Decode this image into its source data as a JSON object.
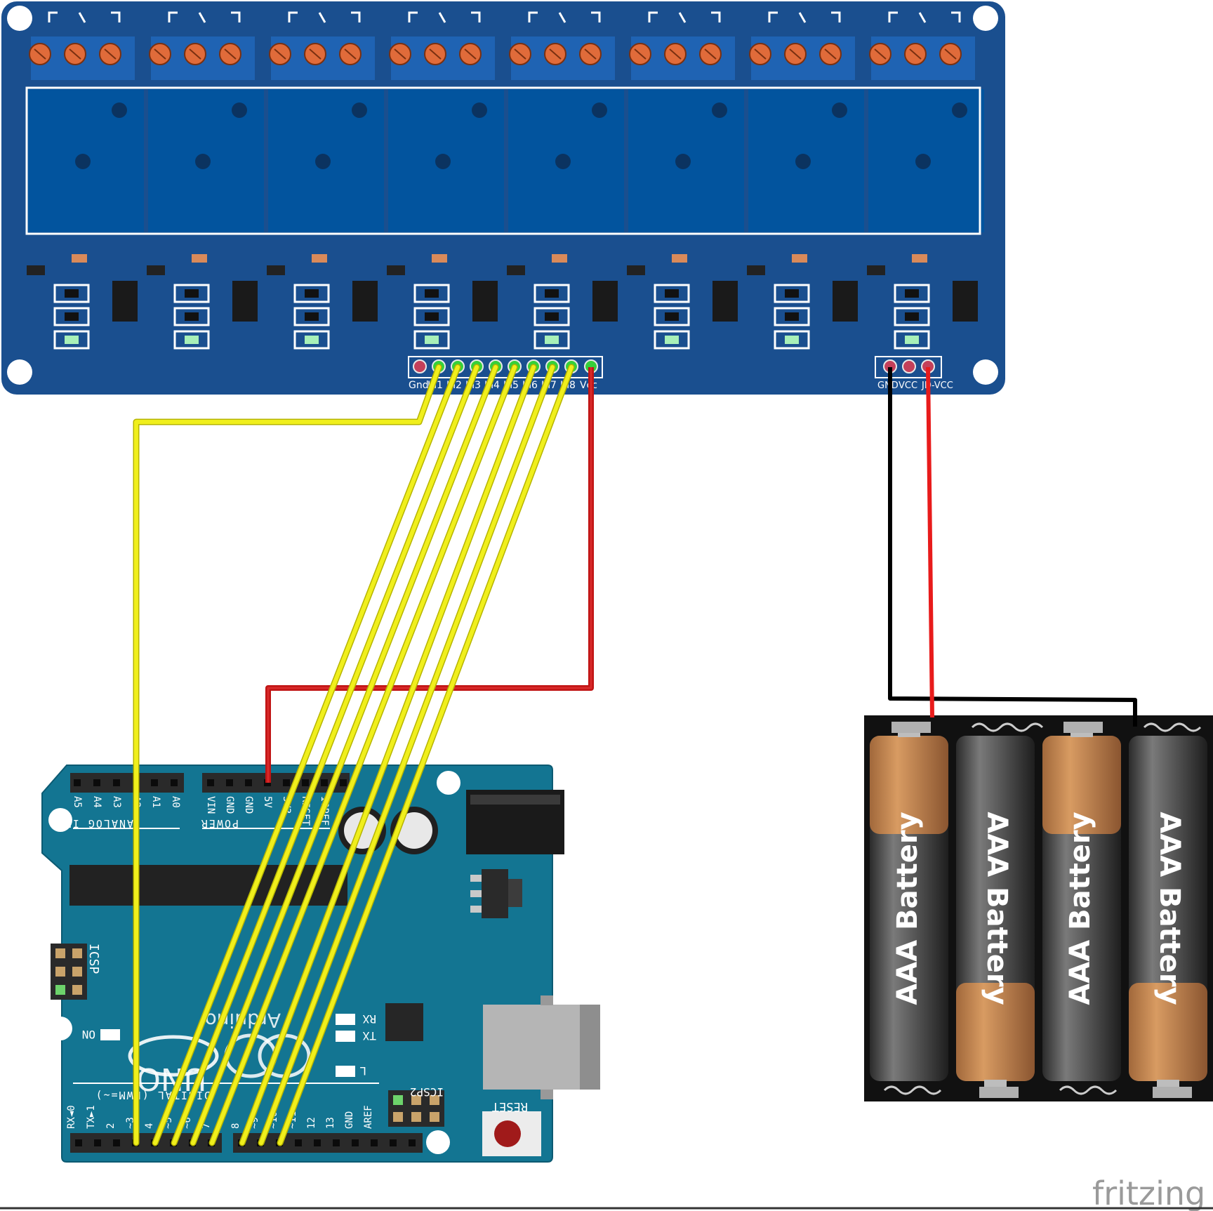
{
  "relay_board": {
    "header_pins": [
      "Gnd",
      "In1",
      "In2",
      "In3",
      "In4",
      "In5",
      "In6",
      "In7",
      "In8",
      "Vcc"
    ],
    "power_pins": [
      "GND",
      "VCC",
      "JD-VCC"
    ]
  },
  "arduino": {
    "analog_pins": [
      "A5",
      "A4",
      "A3",
      "A2",
      "A1",
      "A0"
    ],
    "analog_label": "ANALOG IN",
    "power_pins": [
      "VIN",
      "GND",
      "GND",
      "5V",
      "3V3",
      "RESET",
      "IOREF"
    ],
    "power_label": "POWER",
    "icsp_label": "ICSP",
    "icsp2_label": "ICSP2",
    "on_label": "ON",
    "rx_label": "RX",
    "tx_label": "TX",
    "l_label": "L",
    "brand": "Arduino",
    "model": "UNO",
    "reset_label": "RESET",
    "digital_label": "DIGITAL (PWM=~)",
    "digital_pins": [
      "RX◄0",
      "TX►1",
      "2",
      "~3",
      "4",
      "~5",
      "~6",
      "7",
      "8",
      "~9",
      "~10",
      "~11",
      "12",
      "13",
      "GND",
      "AREF"
    ]
  },
  "battery_pack": {
    "cells": [
      "AAA Battery",
      "AAA Battery",
      "AAA Battery",
      "AAA Battery"
    ]
  },
  "watermark": "fritzing",
  "colors": {
    "relay_board": "#1a4f8f",
    "arduino_board": "#137592",
    "signal_wire": "#f0ef1c",
    "power_wire": "#c01414",
    "ground_wire": "#000000",
    "battery_red_wire": "#e81b1b"
  }
}
